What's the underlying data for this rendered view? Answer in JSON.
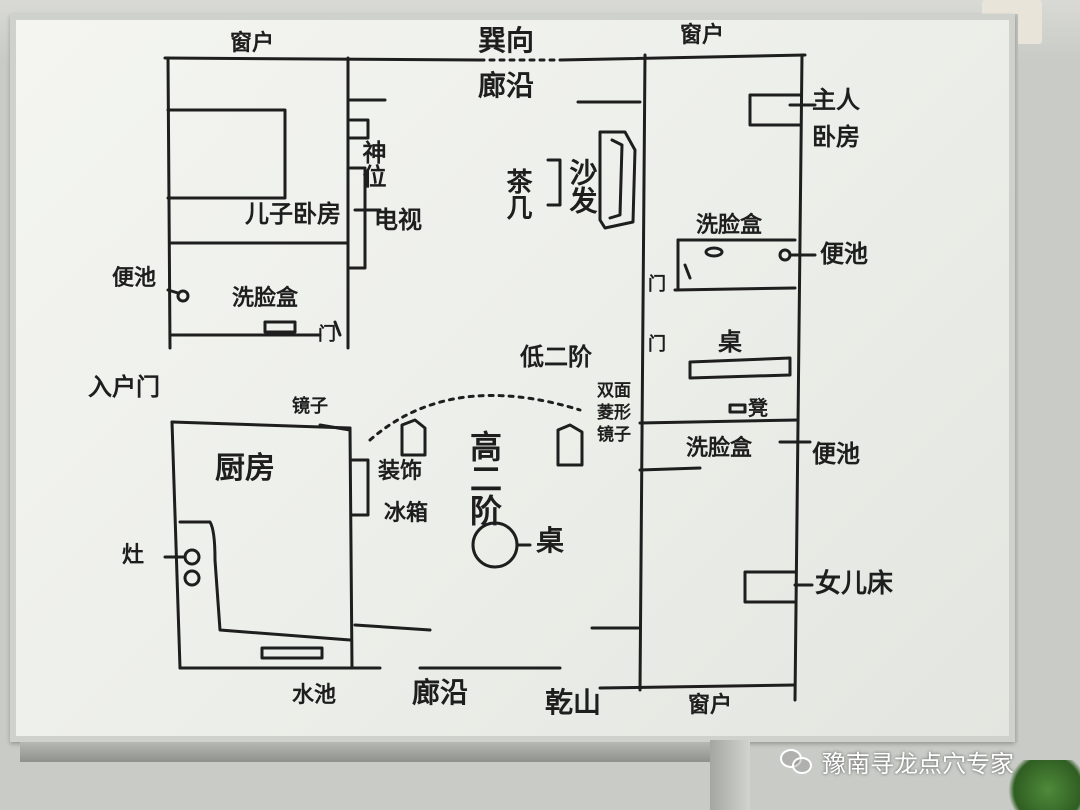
{
  "labels": {
    "window_left": "窗户",
    "facing": "巽向",
    "window_right": "窗户",
    "eaves_top": "廊沿",
    "master_bedroom": "主人\n卧房",
    "shrine": "神位",
    "tv": "电视",
    "tea": "茶几",
    "sofa": "沙发",
    "son_bedroom": "儿子卧房",
    "toilet_left": "便池",
    "basin_left": "洗脸盒",
    "door_son": "门",
    "basin_upper_right": "洗脸盒",
    "toilet_upper_right": "便池",
    "door_right_a": "门",
    "door_right_b": "门",
    "desk": "桌",
    "low_step": "低二阶",
    "entry_door": "入户门",
    "mirror_left": "镜子",
    "double_mirror": "双面\n菱形\n镜子",
    "kitchen": "厨房",
    "decor": "装饰",
    "fridge": "冰箱",
    "high_step": "高二阶",
    "stove": "灶",
    "table": "桌",
    "stool": "凳",
    "basin_lower_right": "洗脸盒",
    "toilet_lower_right": "便池",
    "daughter_bed": "女儿床",
    "sink": "水池",
    "eaves_bottom": "廊沿",
    "sitting": "乾山",
    "window_bottom": "窗户"
  },
  "watermark": {
    "text": "豫南寻龙点穴专家",
    "icon": "wechat-icon"
  }
}
